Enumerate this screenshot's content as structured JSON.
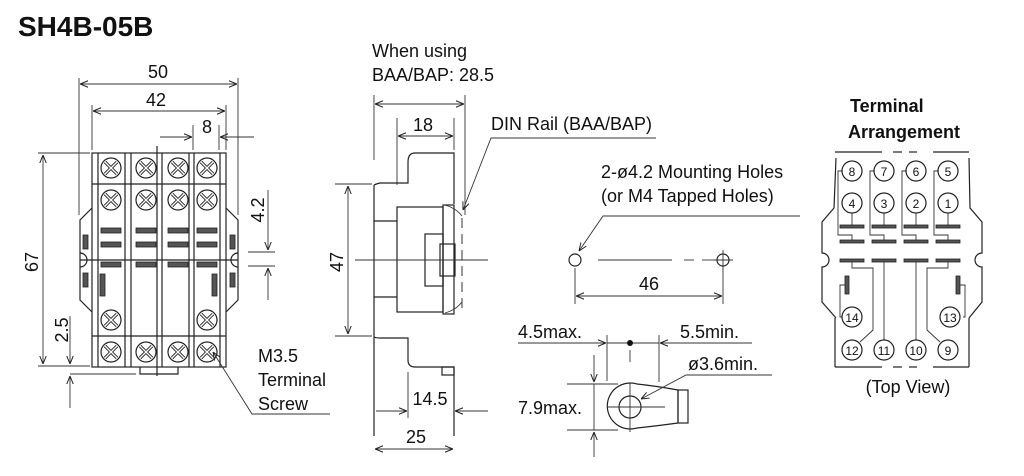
{
  "title": "SH4B-05B",
  "front_view": {
    "dim_width_outer": "50",
    "dim_width_inner": "42",
    "dim_pitch": "8",
    "dim_height": "67",
    "dim_center_gap": "4.2",
    "dim_bottom_offset": "2.5",
    "screw_label_line1": "M3.5",
    "screw_label_line2": "Terminal",
    "screw_label_line3": "Screw"
  },
  "side_view": {
    "note_line1": "When using",
    "note_line2": "BAA/BAP: 28.5",
    "dim_top": "18",
    "din_rail_label": "DIN Rail (BAA/BAP)",
    "dim_height": "47",
    "dim_bottom_inner": "14.5",
    "dim_bottom_outer": "25"
  },
  "mounting": {
    "label_line1": "2-ø4.2 Mounting Holes",
    "label_line2": "(or M4 Tapped Holes)",
    "dim_spacing": "46"
  },
  "crimp_terminal": {
    "dim_left": "4.5max.",
    "dim_right": "5.5min.",
    "dim_hole": "ø3.6min.",
    "dim_height": "7.9max."
  },
  "terminal_arrangement": {
    "heading_line1": "Terminal",
    "heading_line2": "Arrangement",
    "top_row": [
      "8",
      "7",
      "6",
      "5"
    ],
    "second_row": [
      "4",
      "3",
      "2",
      "1"
    ],
    "coil_terminals": [
      "14",
      "13"
    ],
    "bottom_row": [
      "12",
      "11",
      "10",
      "9"
    ],
    "view_label": "(Top View)"
  }
}
